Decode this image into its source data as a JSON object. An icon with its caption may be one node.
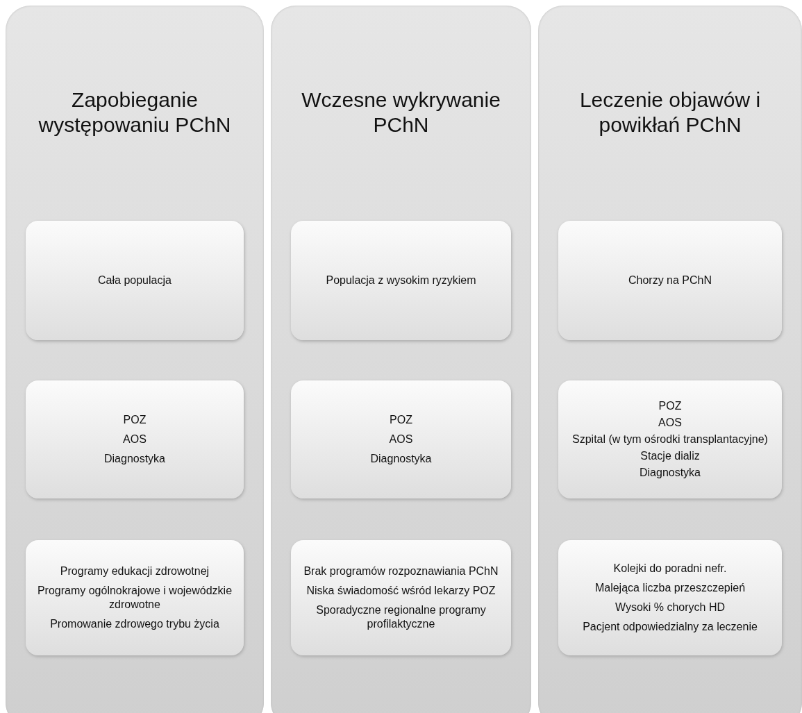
{
  "diagram": {
    "nodes": [
      {
        "text": [
          "Zapobieganie występowaniu PChN"
        ]
      },
      {
        "text": [
          "Cała populacja"
        ],
        "in": 0
      },
      {
        "text": [
          "POZ",
          "AOS",
          "Diagnostyka"
        ],
        "in": 0
      },
      {
        "text": [
          "Programy edukacji zdrowotnej",
          "Programy ogólnokrajowe i wojewódzkie zdrowotne",
          "Promowanie zdrowego trybu życia"
        ],
        "in": 0
      },
      {
        "text": [
          "Wczesne wykrywanie PChN"
        ]
      },
      {
        "text": [
          "Populacja z wysokim ryzykiem"
        ],
        "in": 4
      },
      {
        "text": [
          "POZ",
          "AOS",
          "Diagnostyka"
        ],
        "in": 4
      },
      {
        "text": [
          "Brak programów rozpoznawiania PChN",
          "Niska świadomość wśród lekarzy POZ",
          "Sporadyczne regionalne programy profilaktyczne"
        ],
        "in": 4
      },
      {
        "text": [
          "Leczenie objawów i powikłań PChN"
        ]
      },
      {
        "text": [
          "Chorzy na PChN"
        ],
        "in": 8
      },
      {
        "text": [
          "POZ",
          "AOS",
          "Szpital (w tym ośrodki transplantacyjne)",
          "Stacje dializ",
          "Diagnostyka"
        ],
        "in": 8
      },
      {
        "text": [
          "Kolejki do poradni nefr.",
          "Malejąca liczba przeszczepień",
          "Wysoki % chorych HD",
          "Pacjent odpowiedzialny za leczenie"
        ],
        "in": 8
      }
    ]
  }
}
